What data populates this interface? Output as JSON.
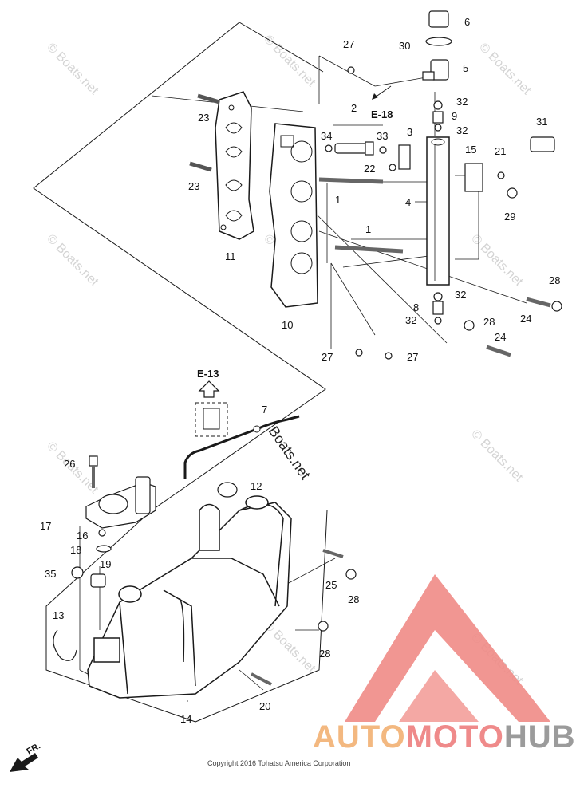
{
  "callouts": {
    "c1a": "1",
    "c1b": "1",
    "c2": "2",
    "c3": "3",
    "c4": "4",
    "c5": "5",
    "c6": "6",
    "c7": "7",
    "c8": "8",
    "c9": "9",
    "c10": "10",
    "c11": "11",
    "c12": "12",
    "c13": "13",
    "c14": "14",
    "c15": "15",
    "c16": "16",
    "c17": "17",
    "c18": "18",
    "c19": "19",
    "c20": "20",
    "c21": "21",
    "c22": "22",
    "c23a": "23",
    "c23b": "23",
    "c24a": "24",
    "c24b": "24",
    "c25": "25",
    "c26": "26",
    "c27a": "27",
    "c27b": "27",
    "c27c": "27",
    "c28a": "28",
    "c28b": "28",
    "c28c": "28",
    "c28d": "28",
    "c29": "29",
    "c30": "30",
    "c31": "31",
    "c32a": "32",
    "c32b": "32",
    "c32c": "32",
    "c32d": "32",
    "c33": "33",
    "c34": "34",
    "c35": "35"
  },
  "references": {
    "e18": "E-18",
    "e13": "E-13"
  },
  "watermark": {
    "text": "© Boats.net",
    "main": "Boats.net"
  },
  "front_marker": "FR.",
  "copyright": "Copyright 2016 Tohatsu America Corporation",
  "brand": {
    "part1": "AUTO",
    "part2": "MOTO",
    "part3": "HUB"
  },
  "colors": {
    "line": "#1a1a1a",
    "auto": "#f3b880",
    "moto": "#ef8a8a",
    "hub": "#9b9b9b",
    "logo": "#f08b86"
  }
}
